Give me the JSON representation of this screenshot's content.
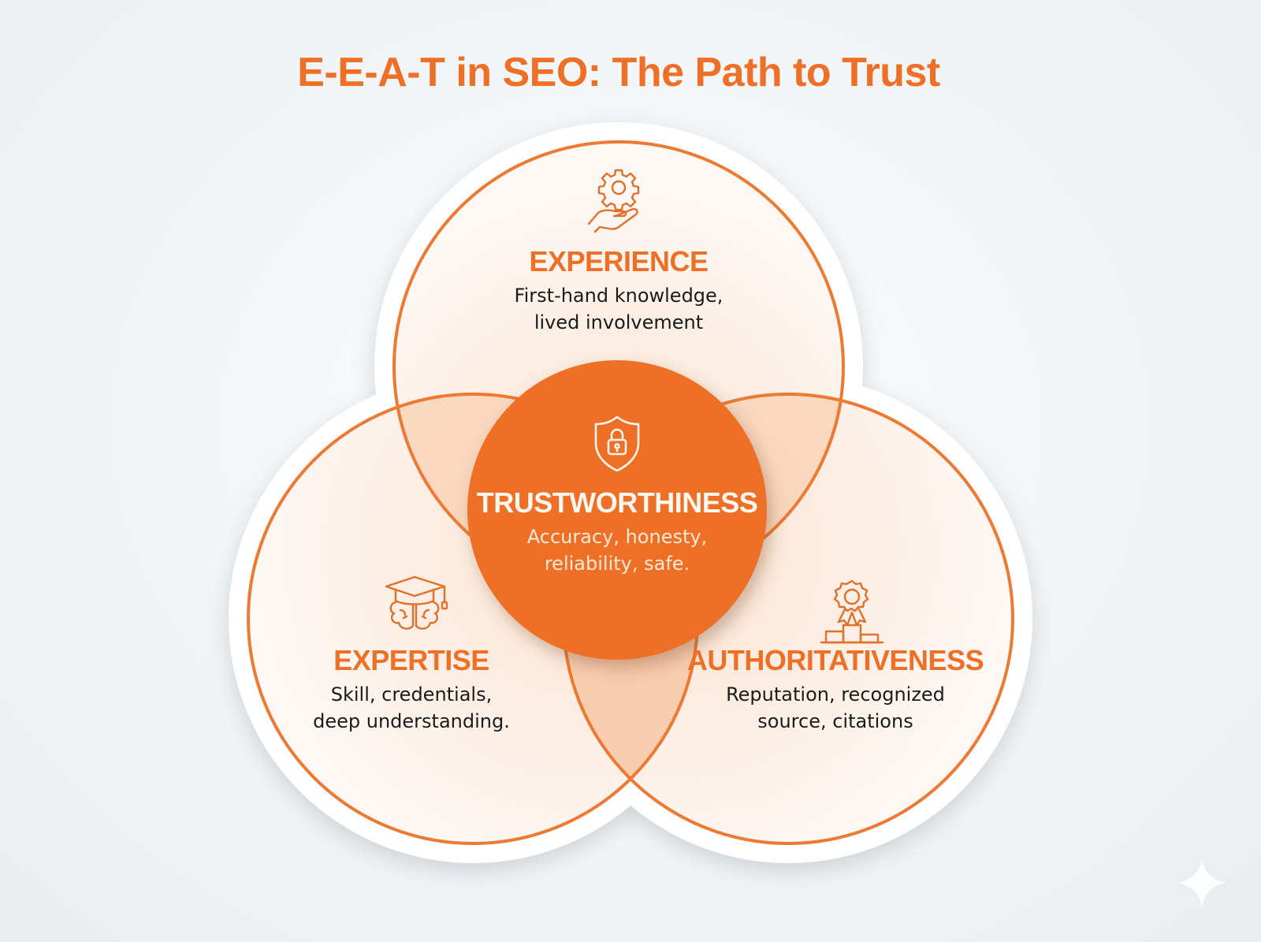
{
  "title": "E-E-A-T in SEO: The Path to Trust",
  "colors": {
    "accent": "#EE7027",
    "ring": "#EC7A32",
    "circle_fill": "#FDF3EC",
    "overlap_fill": "#F8D3B8",
    "background": "#F1F4F6",
    "text_dark": "#1B1B1B"
  },
  "nodes": {
    "experience": {
      "title": "EXPERIENCE",
      "desc_line1": "First-hand knowledge,",
      "desc_line2": "lived involvement",
      "icon": "hand-gear-icon"
    },
    "expertise": {
      "title": "EXPERTISE",
      "desc_line1": "Skill, credentials,",
      "desc_line2": "deep understanding.",
      "icon": "graduation-cap-brain-icon"
    },
    "authoritativeness": {
      "title": "AUTHORITATIVENESS",
      "desc_line1": "Reputation, recognized",
      "desc_line2": "source, citations",
      "icon": "award-podium-icon"
    },
    "trustworthiness": {
      "title": "TRUSTWORTHINESS",
      "desc_line1": "Accuracy, honesty,",
      "desc_line2": "reliability, safe.",
      "icon": "shield-lock-icon"
    }
  },
  "watermark_icon": "sparkle-icon"
}
